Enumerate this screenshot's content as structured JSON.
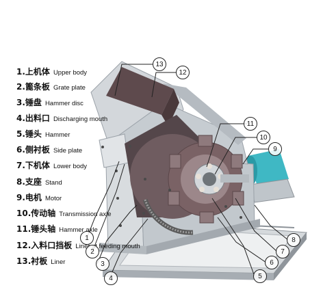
{
  "legend": {
    "items": [
      {
        "num": "1.",
        "cn": "上机体",
        "en": "Upper body"
      },
      {
        "num": "2.",
        "cn": "篦条板",
        "en": "Grate plate"
      },
      {
        "num": "3.",
        "cn": "锤盘",
        "en": "Hammer disc"
      },
      {
        "num": "4.",
        "cn": "出料口",
        "en": "Discharging mouth"
      },
      {
        "num": "5.",
        "cn": "锤头",
        "en": "Hammer"
      },
      {
        "num": "6.",
        "cn": "侧衬板",
        "en": "Side plate"
      },
      {
        "num": "7.",
        "cn": "下机体",
        "en": "Lower body"
      },
      {
        "num": "8.",
        "cn": "支座",
        "en": "Stand"
      },
      {
        "num": "9.",
        "cn": "电机",
        "en": "Motor"
      },
      {
        "num": "10.",
        "cn": "传动轴",
        "en": "Transmission axle"
      },
      {
        "num": "11.",
        "cn": "锤头轴",
        "en": "Hammer axle"
      },
      {
        "num": "12.",
        "cn": "入料口挡板",
        "en": "Liner at feeding mouth"
      },
      {
        "num": "13.",
        "cn": "衬板",
        "en": "Liner"
      }
    ]
  },
  "callouts": [
    "1",
    "2",
    "3",
    "4",
    "5",
    "6",
    "7",
    "8",
    "9",
    "10",
    "11",
    "12",
    "13"
  ],
  "colors": {
    "body": "#c9ced3",
    "body_dark": "#9aa1a8",
    "liner": "#5e4a4d",
    "motor": "#3fb8c4",
    "rotor": "#8a7174",
    "leader": "#222222"
  }
}
